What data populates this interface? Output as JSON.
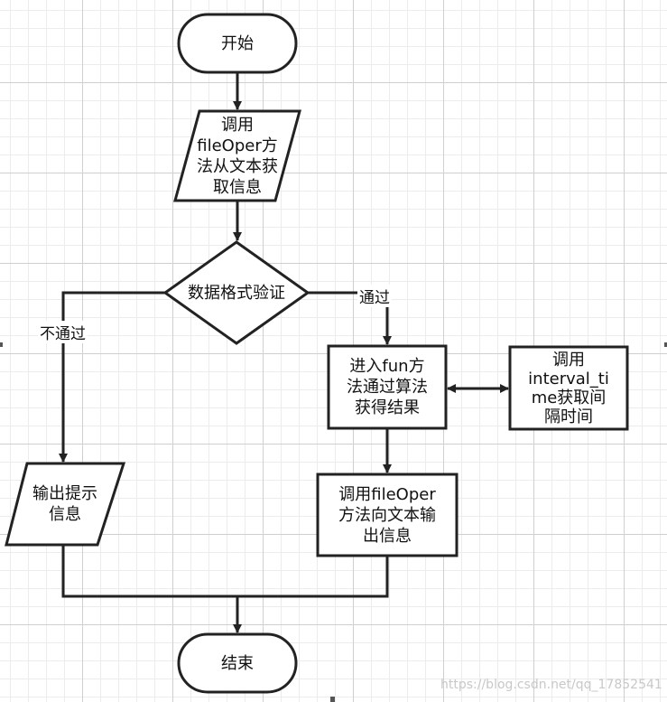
{
  "nodes": {
    "start": "开始",
    "read_input": "调用\nfileOper方\n法从文本获\n取信息",
    "validate": "数据格式验证",
    "compute": "进入fun方\n法通过算法\n获得结果",
    "interval": "调用\ninterval_ti\nme获取间\n隔时间",
    "output_file": "调用fileOper\n方法向文本输\n出信息",
    "error_output": "输出提示\n信息",
    "end": "结束"
  },
  "edges": {
    "pass_label": "通过",
    "fail_label": "不通过"
  },
  "watermark": "https://blog.csdn.net/qq_17852541"
}
